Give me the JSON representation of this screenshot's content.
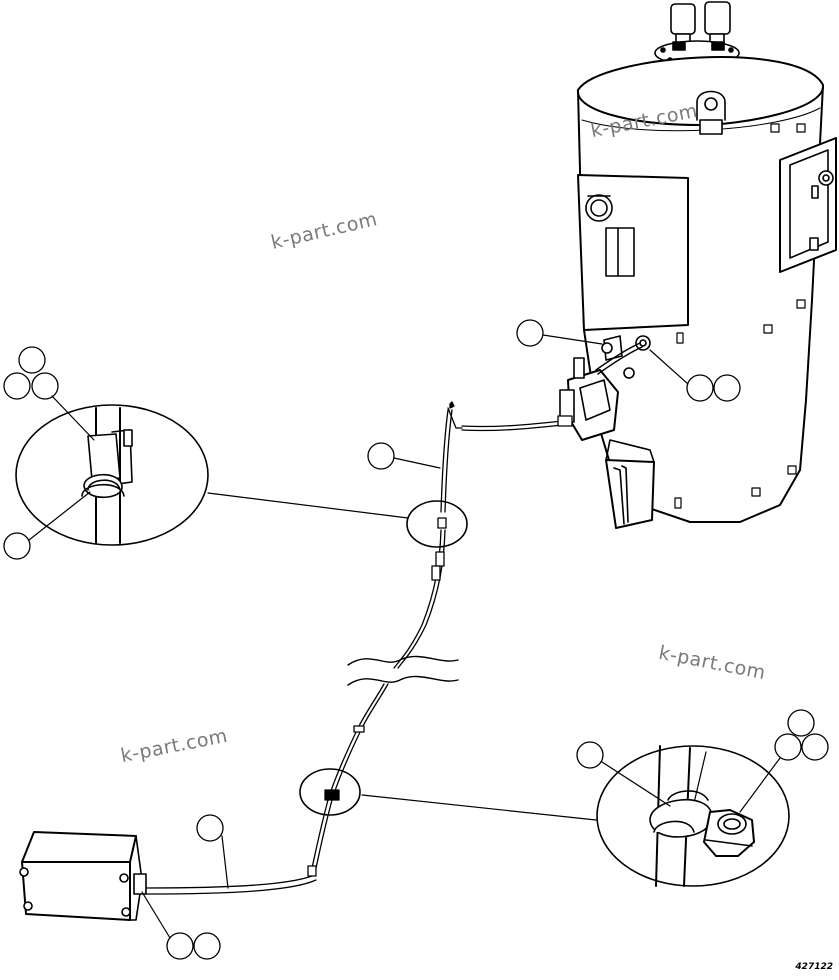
{
  "watermarks": [
    "k-part.com",
    "k-part.com",
    "k-part.com",
    "k-part.com"
  ],
  "figure_number": "427122"
}
